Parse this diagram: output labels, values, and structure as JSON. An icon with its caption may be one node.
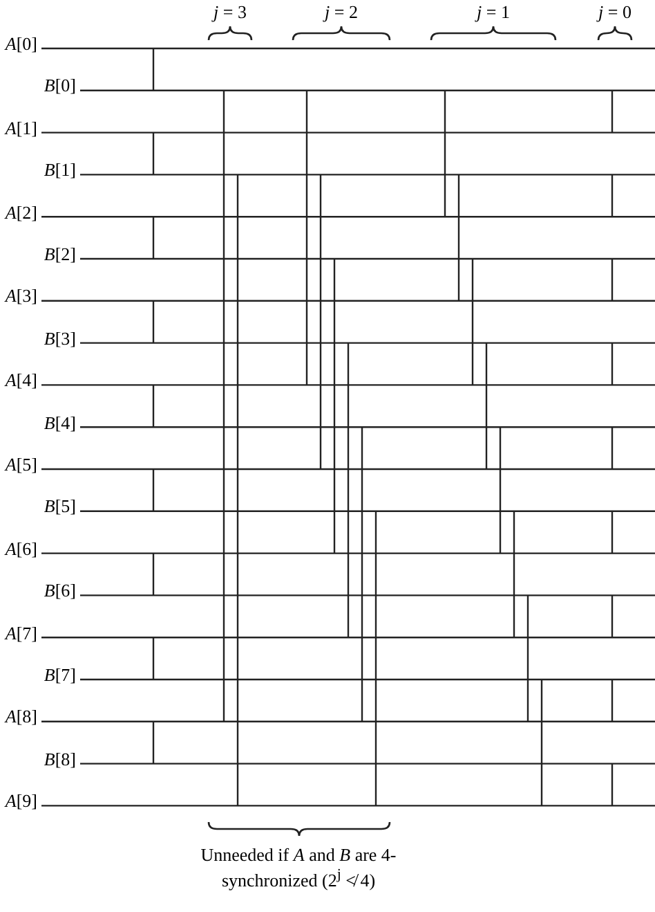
{
  "diagram": {
    "labels": [
      "*j* = 3",
      "*j* = 2",
      "*j* = 1",
      "*j* = 0",
      "*A*[0]",
      "*B*[0]",
      "*A*[1]",
      "*B*[1]",
      "*A*[2]",
      "*B*[2]",
      "*A*[3]",
      "*B*[3]",
      "*A*[4]",
      "*B*[4]",
      "*A*[5]",
      "*B*[5]",
      "*A*[6]",
      "*B*[6]",
      "*A*[7]",
      "*B*[7]",
      "*A*[8]",
      "*B*[8]",
      "*A*[9]",
      "Unneeded if *A* and *B* are 4-synchronized (2$^{j}$ ≮ 4)"
    ]
  }
}
